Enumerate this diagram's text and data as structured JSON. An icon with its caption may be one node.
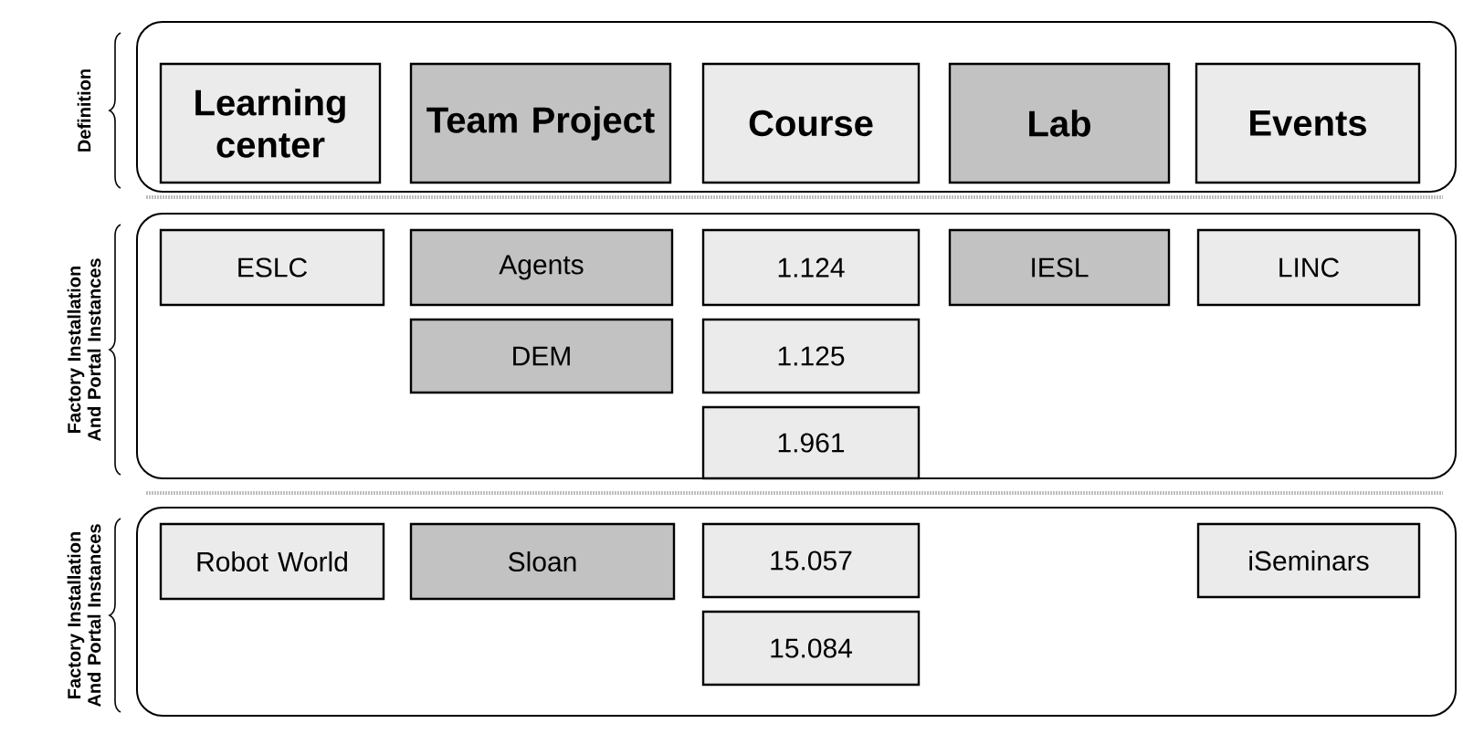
{
  "diagram": {
    "nodes": [
      {
        "text": [],
        "shape": "box",
        "beside": [
          "Definition"
        ]
      },
      {
        "text": [
          "Learning center"
        ],
        "in": 0
      },
      {
        "text": [
          "Team Project"
        ],
        "in": 0
      },
      {
        "text": [
          "Course"
        ],
        "in": 0
      },
      {
        "text": [
          "Lab"
        ],
        "in": 0
      },
      {
        "text": [
          "Events"
        ],
        "in": 0
      },
      {
        "text": [],
        "shape": "box",
        "beside": [
          "Factory Installation And Portal Instances"
        ]
      },
      {
        "text": [
          "ESLC"
        ],
        "in": 6
      },
      {
        "text": [
          "Agents"
        ],
        "in": 6
      },
      {
        "text": [
          "1.124"
        ],
        "in": 6
      },
      {
        "text": [
          "IESL"
        ],
        "in": 6
      },
      {
        "text": [
          "LINC"
        ],
        "in": 6
      },
      {
        "text": [
          "DEM"
        ],
        "in": 6
      },
      {
        "text": [
          "1.125"
        ],
        "in": 6
      },
      {
        "text": [
          "1.961"
        ],
        "in": 6
      },
      {
        "text": [],
        "shape": "box",
        "beside": [
          "Factory Installation And Portal Instances"
        ]
      },
      {
        "text": [
          "Robot World"
        ],
        "in": 15
      },
      {
        "text": [
          "Sloan"
        ],
        "in": 15
      },
      {
        "text": [
          "15.057"
        ],
        "in": 15
      },
      {
        "text": [
          "iSeminars"
        ],
        "in": 15
      },
      {
        "text": [
          "15.084"
        ],
        "in": 15
      }
    ],
    "edges": []
  }
}
